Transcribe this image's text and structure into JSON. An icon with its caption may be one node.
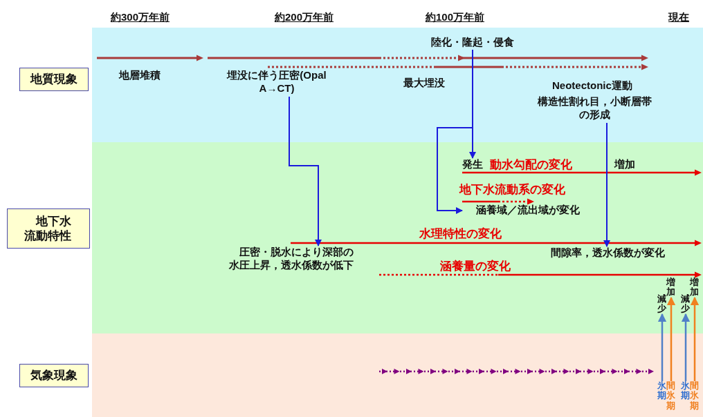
{
  "diagram": {
    "nodes": [
      {
        "text": [
          "地質現象"
        ]
      },
      {
        "text": [
          "地下水流動特性"
        ]
      },
      {
        "text": [
          "気象現象"
        ]
      },
      {
        "text": [
          "陸化・隆起・侵食"
        ]
      },
      {
        "text": [
          "埋没に伴う圧密(Opal A→CT)"
        ]
      },
      {
        "text": [
          "構造性割れ目，小断層帯の形成"
        ]
      },
      {
        "text": [
          "発生"
        ]
      },
      {
        "text": [
          "涵養域／流出域が変化"
        ]
      },
      {
        "text": [
          "圧密・脱水により深部の水圧上昇，透水係数が低下"
        ]
      },
      {
        "text": [
          "間隙率，透水係数が変化"
        ]
      },
      {
        "text": [
          "増加"
        ]
      },
      {
        "text": [
          "減少"
        ]
      },
      {
        "text": [
          "増加"
        ]
      },
      {
        "text": [
          "減少"
        ]
      },
      {
        "text": [
          "氷期"
        ]
      },
      {
        "text": [
          "間氷期"
        ]
      },
      {
        "text": [
          "氷期"
        ]
      },
      {
        "text": [
          "間氷期"
        ]
      }
    ],
    "edges": [
      {
        "from": 3,
        "to": 6,
        "arrow": "to"
      },
      {
        "from": 3,
        "to": 7,
        "arrow": "to"
      },
      {
        "from": 4,
        "to": 8,
        "arrow": "to"
      },
      {
        "from": 5,
        "to": 9,
        "arrow": "to"
      },
      {
        "from": 14,
        "to": 11,
        "arrow": "to",
        "color": "#5080c8"
      },
      {
        "from": 15,
        "to": 10,
        "arrow": "to",
        "color": "#f08020"
      },
      {
        "from": 16,
        "to": 13,
        "arrow": "to",
        "color": "#5080c8"
      },
      {
        "from": 17,
        "to": 12,
        "arrow": "to",
        "color": "#f08020"
      }
    ],
    "labels": [
      "約300万年前",
      "約200万年前",
      "約100万年前",
      "現在",
      "地層堆積",
      "最大埋没",
      "Neotectonic運動",
      "動水勾配の変化",
      "増加",
      "地下水流動系の変化",
      "水理特性の変化",
      "涵養量の変化"
    ]
  }
}
